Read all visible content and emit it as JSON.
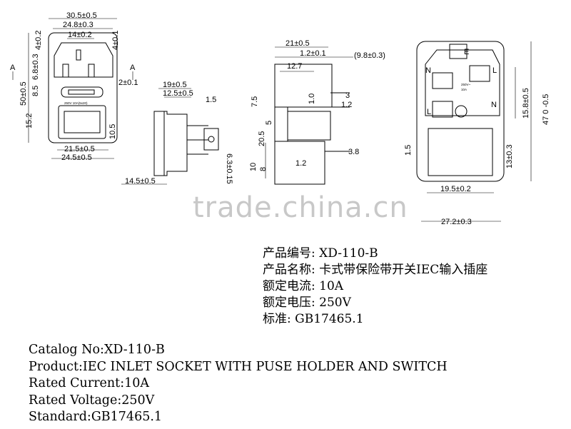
{
  "watermark": "trade.china.cn",
  "front_view": {
    "dims": [
      "30.5±0.5",
      "24.8±0.3",
      "14±0.2",
      "4±0.2",
      "4±0.1",
      "6.8±0.3",
      "2±0.1",
      "8.5",
      "15.2",
      "50±0.5",
      "10.5",
      "21.5±0.5",
      "24.5±0.5"
    ],
    "section_marks": [
      "A",
      "A"
    ],
    "label_text": "250V 10A(5x20)"
  },
  "side_view_1": {
    "dims": [
      "19±0.5",
      "12.5±0.5",
      "1.5",
      "14.5±0.5",
      "6.3±0.15"
    ]
  },
  "side_view_2": {
    "dims": [
      "21±0.5",
      "1.2±0.1",
      "(9.8±0.3)",
      "12.7",
      "7.5",
      "1.0",
      "3",
      "1.2",
      "20.5",
      "5",
      "10",
      "8",
      "1.2",
      "3.8"
    ]
  },
  "rear_view": {
    "dims": [
      "15.8±0.5",
      "47 0 -0.5",
      "1.5",
      "13±0.3",
      "19.5±0.2",
      "27.2±0.3"
    ],
    "pin_labels": [
      "E",
      "N",
      "L",
      "L",
      "N"
    ],
    "inner_texts": [
      "250V~",
      "10A"
    ]
  },
  "specs_cn": [
    {
      "label": "产品编号:",
      "value": "XD-110-B"
    },
    {
      "label": "产品名称:",
      "value": "卡式带保险带开关IEC输入插座"
    },
    {
      "label": "额定电流:",
      "value": "10A"
    },
    {
      "label": "额定电压:",
      "value": "250V"
    },
    {
      "label": "标准:",
      "value": "GB17465.1"
    }
  ],
  "specs_en": [
    {
      "label": "Catalog No:",
      "value": "XD-110-B"
    },
    {
      "label": "Product:",
      "value": "IEC INLET SOCKET WITH PUSE HOLDER AND SWITCH"
    },
    {
      "label": "Rated Current:",
      "value": "10A"
    },
    {
      "label": "Rated Voltage:",
      "value": "250V"
    },
    {
      "label": "Standard:",
      "value": "GB17465.1"
    }
  ]
}
